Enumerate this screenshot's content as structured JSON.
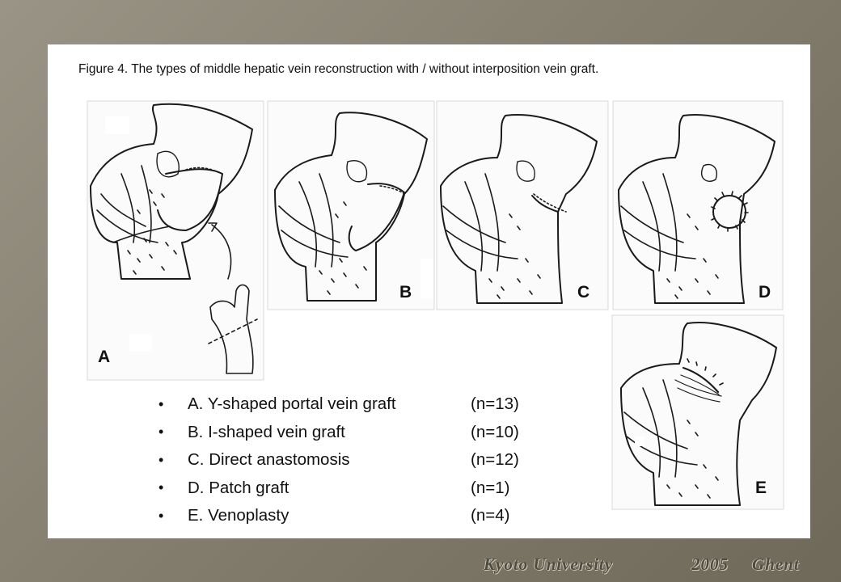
{
  "caption": "Figure 4. The types of middle hepatic vein reconstruction with / without interposition vein graft.",
  "panels": {
    "a": "A",
    "b": "B",
    "c": "C",
    "d": "D",
    "e": "E"
  },
  "reconstruction_types": [
    {
      "label": "A. Y-shaped portal vein graft",
      "count": "(n=13)"
    },
    {
      "label": "B. I-shaped vein graft",
      "count": "(n=10)"
    },
    {
      "label": "C. Direct anastomosis",
      "count": "(n=12)"
    },
    {
      "label": "D. Patch graft",
      "count": "(n=1)"
    },
    {
      "label": "E. Venoplasty",
      "count": "(n=4)"
    }
  ],
  "bullet_glyph": "•",
  "footer": {
    "institution": "Kyoto University",
    "year": "2005",
    "city": "Ghent"
  }
}
